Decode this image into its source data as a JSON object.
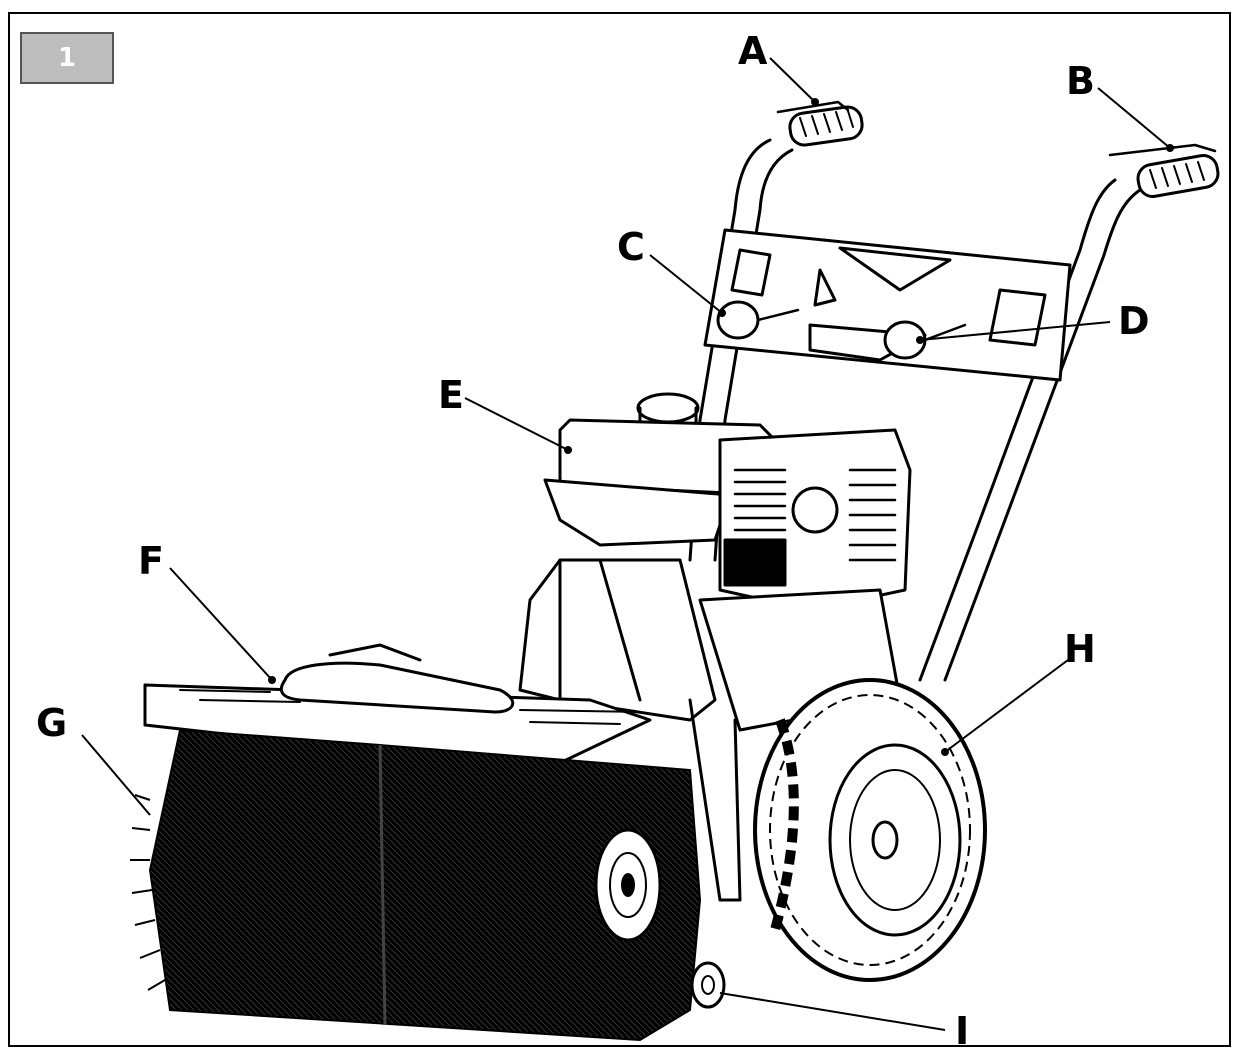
{
  "figure": {
    "number": "1"
  },
  "callouts": [
    {
      "id": "A",
      "label": "A"
    },
    {
      "id": "B",
      "label": "B"
    },
    {
      "id": "C",
      "label": "C"
    },
    {
      "id": "D",
      "label": "D"
    },
    {
      "id": "E",
      "label": "E"
    },
    {
      "id": "F",
      "label": "F"
    },
    {
      "id": "G",
      "label": "G"
    },
    {
      "id": "H",
      "label": "H"
    },
    {
      "id": "I",
      "label": "I"
    }
  ],
  "colors": {
    "line": "#000000",
    "badge_fill": "#bdbdbd",
    "badge_text": "#ffffff"
  }
}
